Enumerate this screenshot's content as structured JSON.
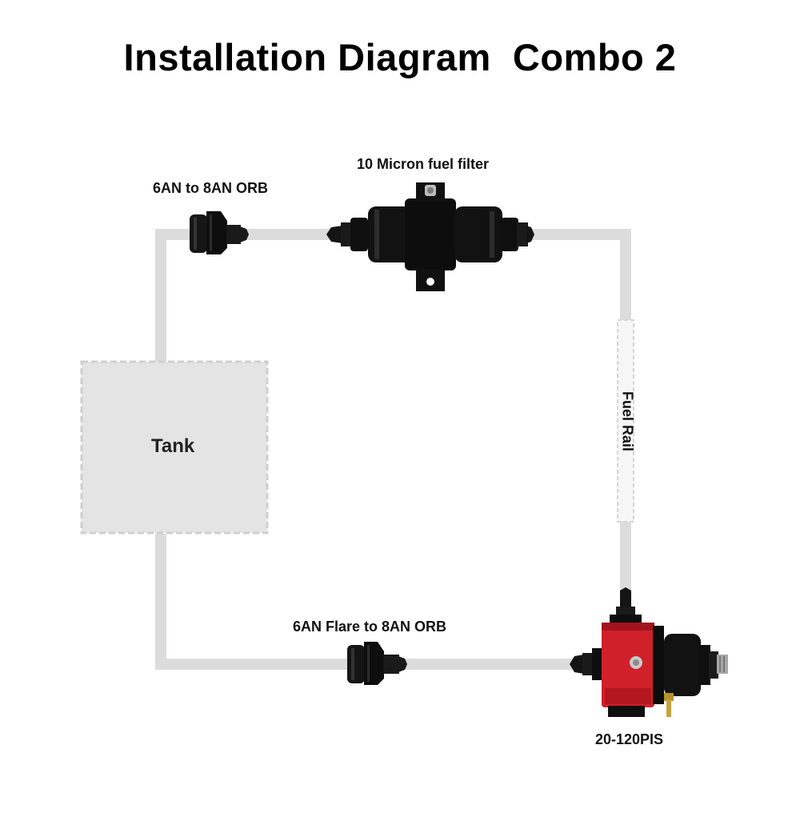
{
  "title": "Installation Diagram  Combo 2",
  "labels": {
    "fitting_top": "6AN to 8AN ORB",
    "filter": "10 Micron fuel filter",
    "tank": "Tank",
    "fuel_rail": "Fuel Rail",
    "fitting_bottom": "6AN Flare to 8AN ORB",
    "regulator": "20-120PIS"
  },
  "colors": {
    "line": "#dcdcdc",
    "tank_fill": "#e4e4e4",
    "tank_border": "#cfcfcf",
    "part_black": "#111111",
    "regulator_red": "#d0202a"
  }
}
